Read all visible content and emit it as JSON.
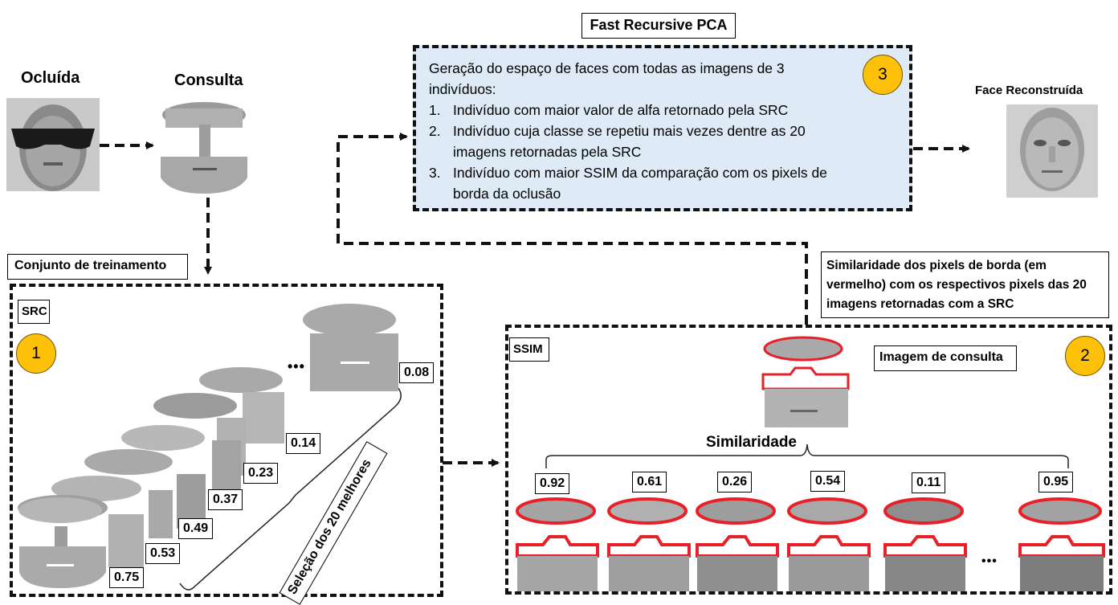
{
  "top": {
    "occluded_label": "Ocluída",
    "query_label": "Consulta",
    "training_set_label": "Conjunto de treinamento",
    "reconstructed_label": "Face Reconstruída"
  },
  "pca": {
    "title": "Fast Recursive PCA",
    "badge": "3",
    "intro": "Geração do espaço de faces com todas as imagens de 3 indivíduos:",
    "items": [
      {
        "num": "1.",
        "text": "Indivíduo com maior valor de alfa retornado pela SRC"
      },
      {
        "num": "2.",
        "text": "Indivíduo cuja classe se repetiu mais vezes dentre as 20 imagens retornadas pela SRC"
      },
      {
        "num": "3.",
        "text": "Indivíduo com maior SSIM da comparação com os pixels de borda da oclusão"
      }
    ]
  },
  "src": {
    "label": "SRC",
    "badge": "1",
    "scores": [
      "0.08",
      "0.14",
      "0.23",
      "0.37",
      "0.49",
      "0.53",
      "0.75"
    ],
    "ellipsis": "•••",
    "selection_label": "Seleção dos 20 melhores"
  },
  "ssim": {
    "label": "SSIM",
    "badge": "2",
    "note": "Similaridade dos pixels de borda (em vermelho) com os respectivos pixels das 20 imagens retornadas com a SRC",
    "query_image_label": "Imagem de consulta",
    "similarity_label": "Similaridade",
    "scores": [
      "0.92",
      "0.61",
      "0.26",
      "0.54",
      "0.11",
      "0.95"
    ],
    "ellipsis": "•••"
  },
  "colors": {
    "badge": "#FDC10A",
    "pca_fill": "#DEEBF7",
    "edge_red": "#E8202A",
    "dash": "#111111"
  }
}
